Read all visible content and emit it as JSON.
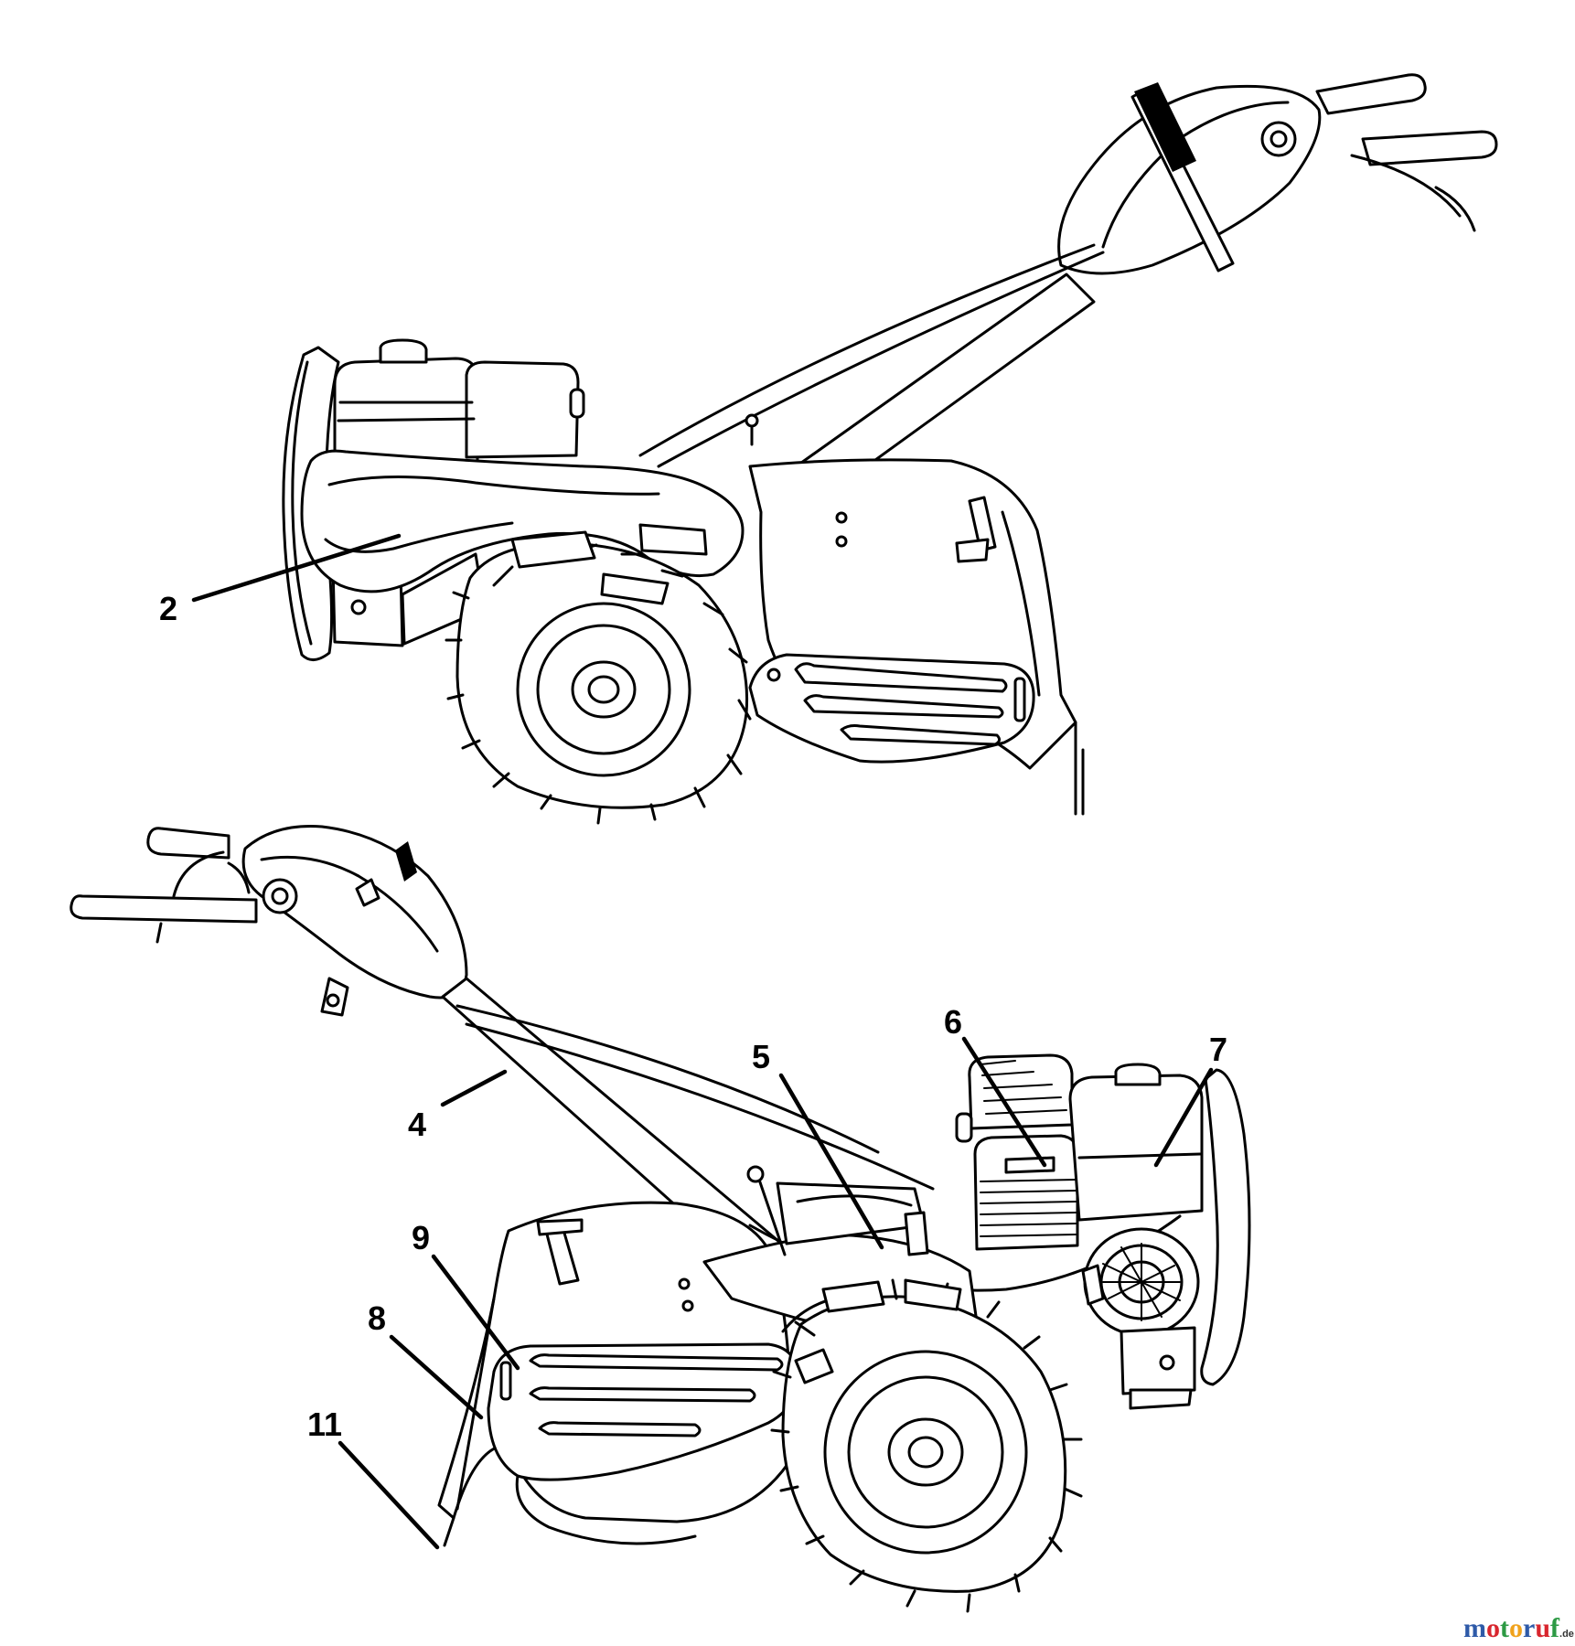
{
  "callouts": {
    "c2": "2",
    "c4": "4",
    "c5": "5",
    "c6": "6",
    "c7": "7",
    "c8": "8",
    "c9": "9",
    "c11": "11"
  },
  "watermark": {
    "letters": [
      "m",
      "o",
      "t",
      "o",
      "r",
      "u",
      "f"
    ],
    "suffix": ".de",
    "colors": [
      "#2e5aa8",
      "#d8262e",
      "#2d9a44",
      "#f0a21c",
      "#2e5aa8",
      "#d8262e",
      "#2d9a44"
    ]
  }
}
